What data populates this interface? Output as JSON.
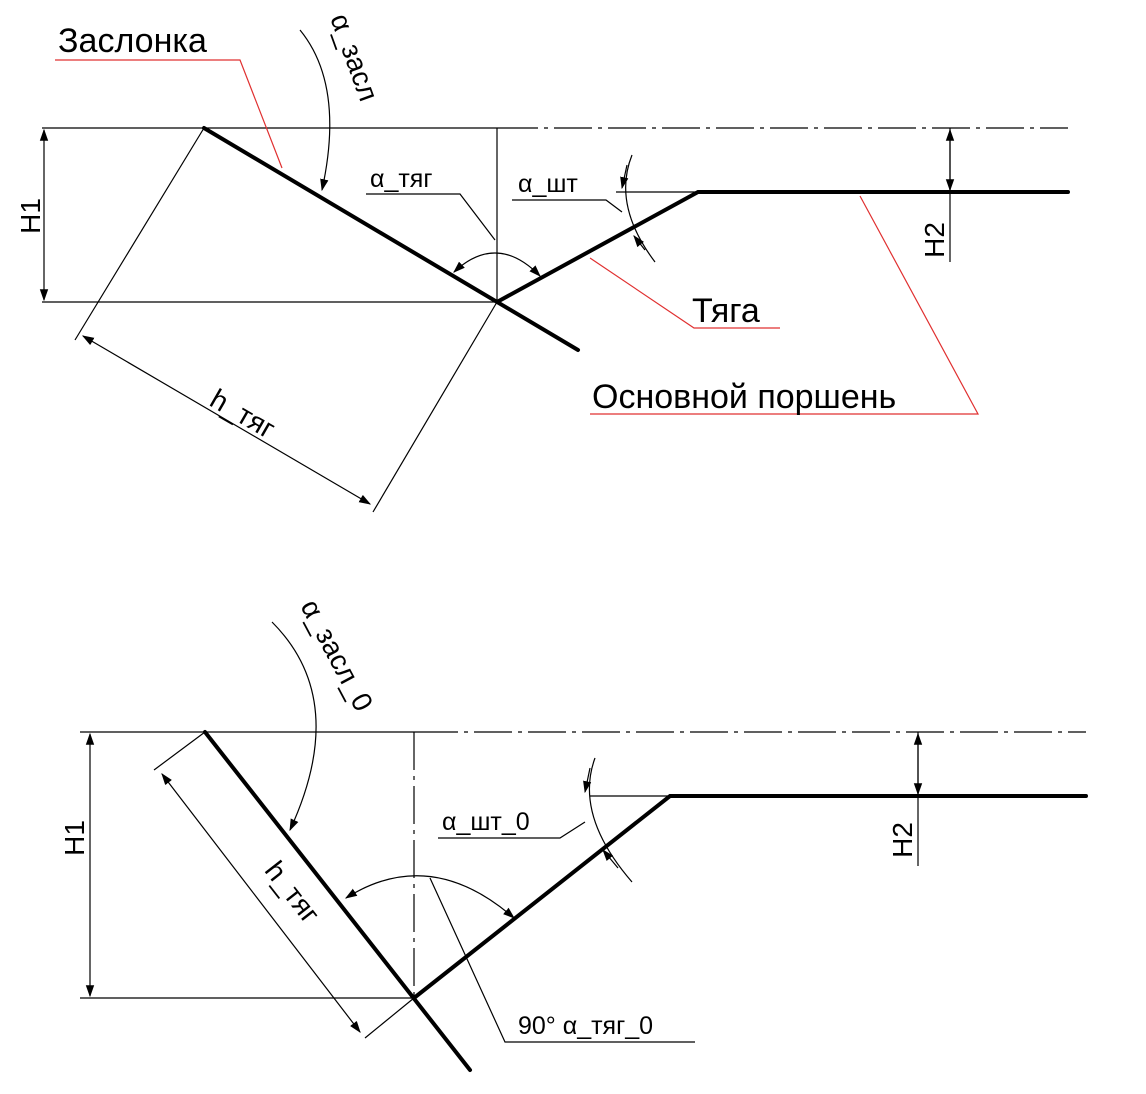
{
  "top": {
    "damper": "Заслонка",
    "alpha_damper": "α_засл",
    "alpha_rod": "α_тяг",
    "alpha_stem": "α_шт",
    "rod": "Тяга",
    "main_piston": "Основной поршень",
    "h1": "H1",
    "h2": "H2",
    "h_rod": "h_тяг"
  },
  "bottom": {
    "alpha_damper0": "α_засл_0",
    "alpha_stem0": "α_шт_0",
    "h1": "H1",
    "h2": "H2",
    "h_rod": "h_тяг",
    "angle_label": "90° α_тяг_0"
  }
}
